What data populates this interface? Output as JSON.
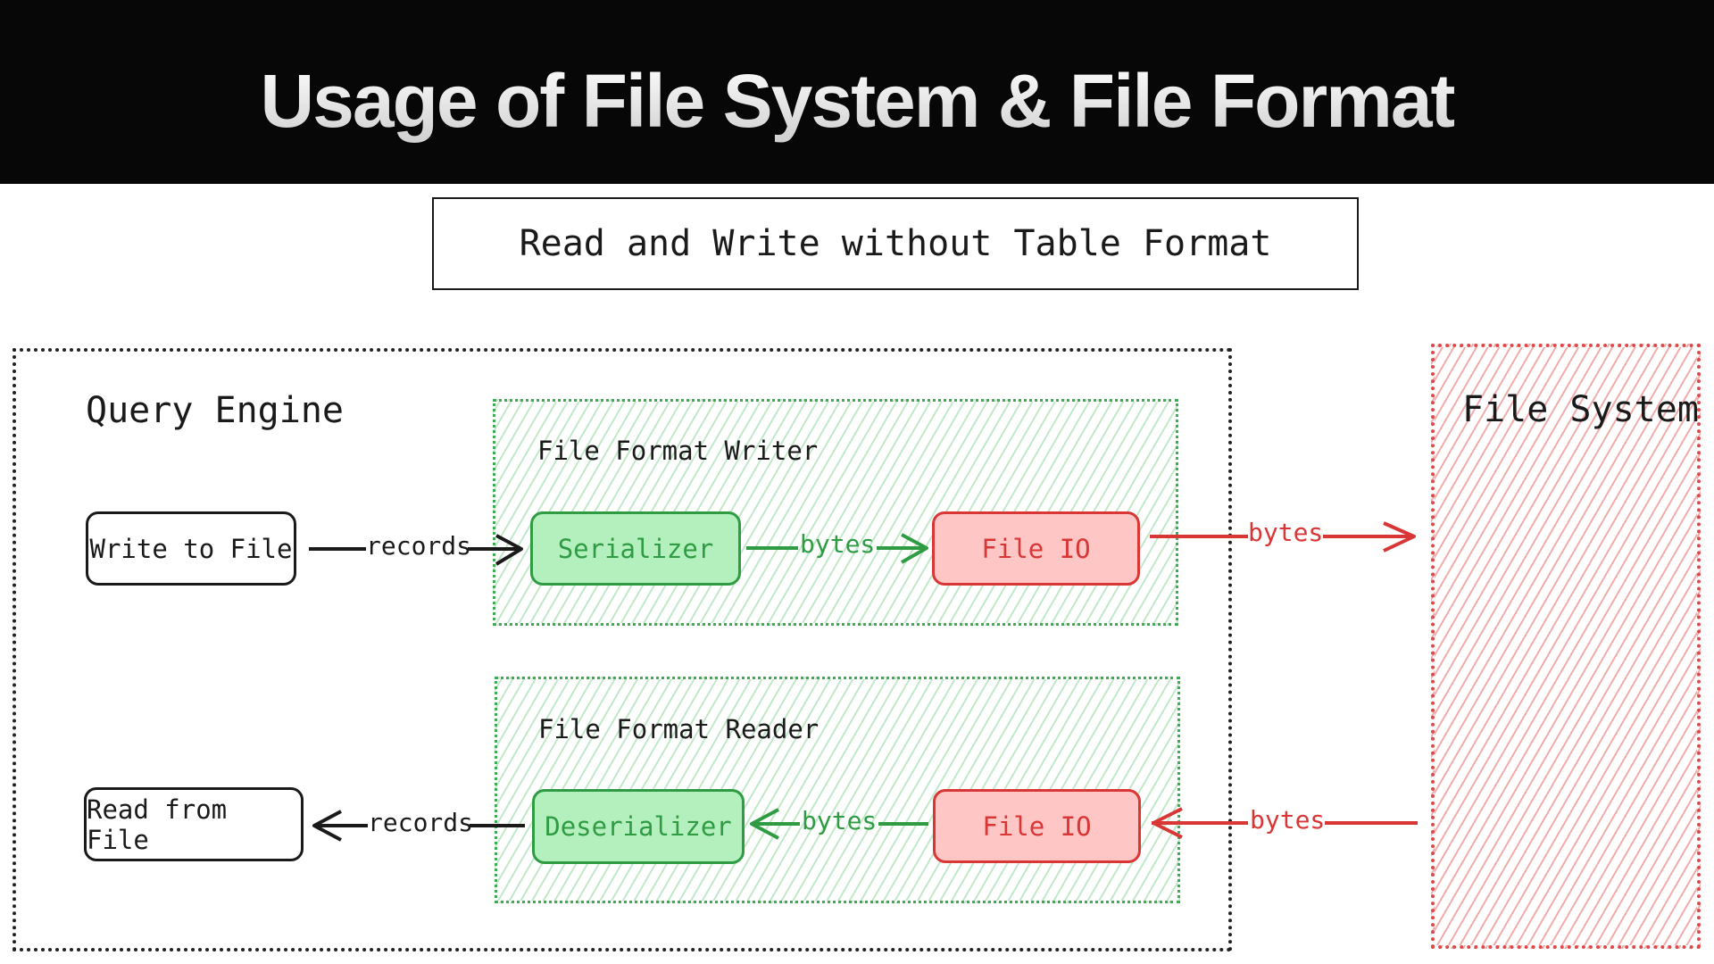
{
  "header": {
    "title": "Usage of File System & File Format"
  },
  "subtitle": "Read and Write without Table Format",
  "query_engine": {
    "title": "Query Engine"
  },
  "file_system": {
    "title": "File System"
  },
  "writer": {
    "group_title": "File Format Writer",
    "source": "Write to File",
    "serializer": "Serializer",
    "file_io": "File IO",
    "edge_records": "records",
    "edge_bytes_inner": "bytes",
    "edge_bytes_outer": "bytes"
  },
  "reader": {
    "group_title": "File Format Reader",
    "target": "Read from File",
    "deserializer": "Deserializer",
    "file_io": "File IO",
    "edge_records": "records",
    "edge_bytes_inner": "bytes",
    "edge_bytes_outer": "bytes"
  },
  "colors": {
    "header_bg": "#070707",
    "green": "#2f9c44",
    "green_fill": "#b4f0bd",
    "red": "#d93636",
    "red_fill": "#ffc6c6",
    "ink": "#1a1a1a"
  }
}
